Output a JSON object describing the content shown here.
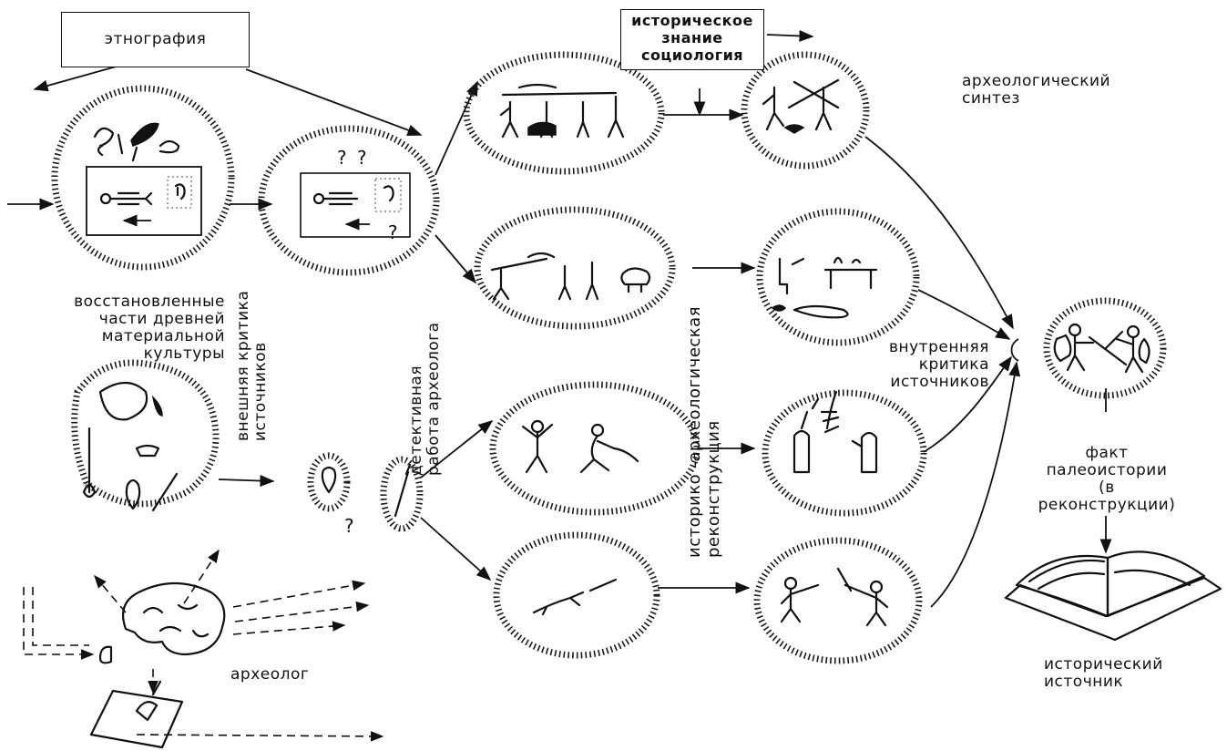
{
  "boxes": {
    "ethnography": "этнография",
    "historical_knowledge": [
      "историческое",
      "знание",
      "социология"
    ]
  },
  "labels": {
    "archaeological_synthesis": [
      "археологический",
      "синтез"
    ],
    "restored_parts": [
      "восстановленные",
      "части древней",
      "материальной",
      "культуры"
    ],
    "external_criticism": [
      "внешняя критика",
      "источников"
    ],
    "detective_work": [
      "детективная",
      "работа археолога"
    ],
    "historical_reconstruction": [
      "историко -археологическая",
      "реконструкция"
    ],
    "internal_criticism": [
      "внутренняя",
      "критика",
      "источников"
    ],
    "paleohistory_fact": [
      "факт",
      "палеоистории",
      "(в реконструкции)"
    ],
    "historical_source": [
      "исторический",
      "источник"
    ],
    "archaeologist": "археолог"
  }
}
